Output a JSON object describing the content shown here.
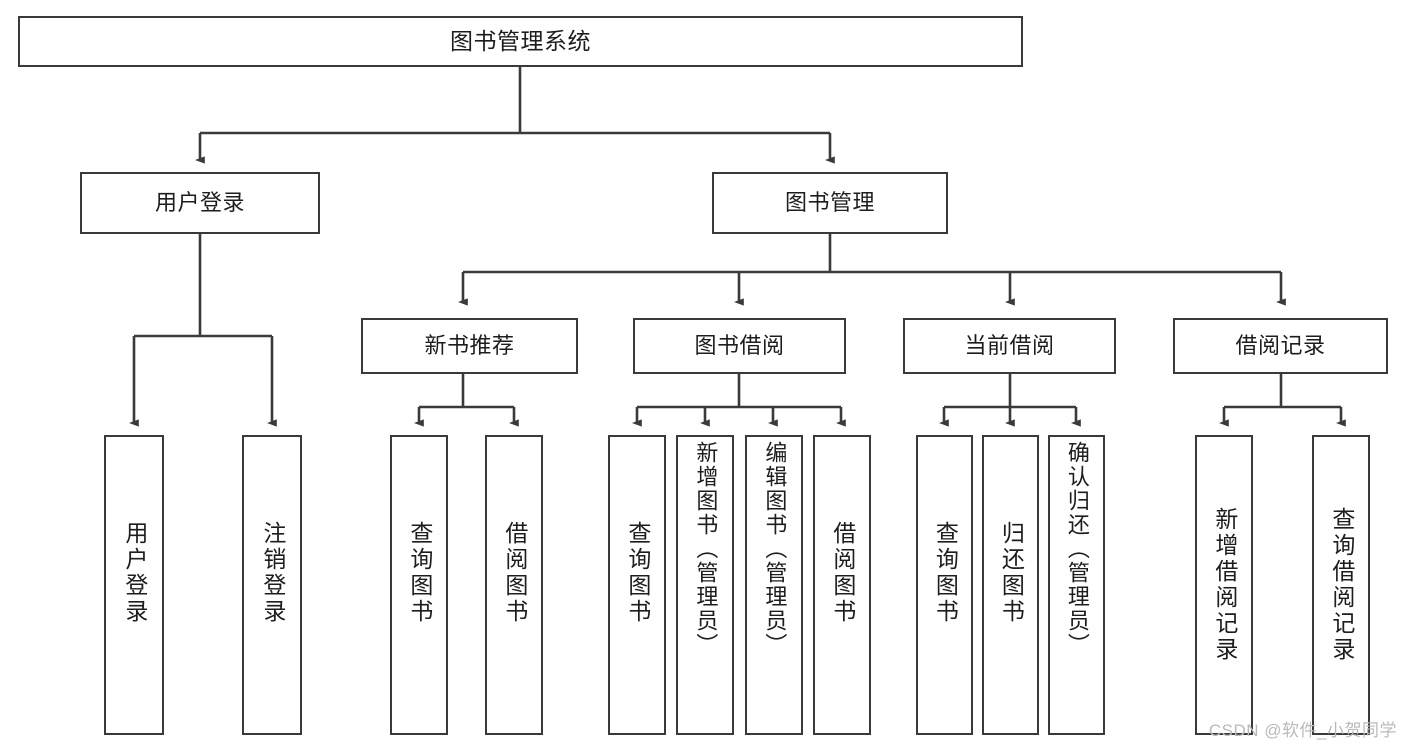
{
  "diagram": {
    "title": "图书管理系统",
    "root": {
      "label": "图书管理系统"
    },
    "level1": [
      {
        "label": "用户登录"
      },
      {
        "label": "图书管理"
      }
    ],
    "level2": [
      {
        "label": "新书推荐"
      },
      {
        "label": "图书借阅"
      },
      {
        "label": "当前借阅"
      },
      {
        "label": "借阅记录"
      }
    ],
    "leaves": {
      "user_login": [
        {
          "label": "用户登录"
        },
        {
          "label": "注销登录"
        }
      ],
      "new_book_recommend": [
        {
          "label": "查询图书"
        },
        {
          "label": "借阅图书"
        }
      ],
      "book_borrow": [
        {
          "label": "查询图书"
        },
        {
          "label": "新增图书（管理员）"
        },
        {
          "label": "编辑图书（管理员）"
        },
        {
          "label": "借阅图书"
        }
      ],
      "current_borrow": [
        {
          "label": "查询图书"
        },
        {
          "label": "归还图书"
        },
        {
          "label": "确认归还（管理员）"
        }
      ],
      "borrow_record": [
        {
          "label": "新增借阅记录"
        },
        {
          "label": "查询借阅记录"
        }
      ]
    },
    "watermark": "CSDN @软件_小贺同学",
    "colors": {
      "stroke": "#3a3a3a",
      "background": "#ffffff",
      "text": "#1d1d1d",
      "watermark": "#b9b9b9"
    }
  }
}
